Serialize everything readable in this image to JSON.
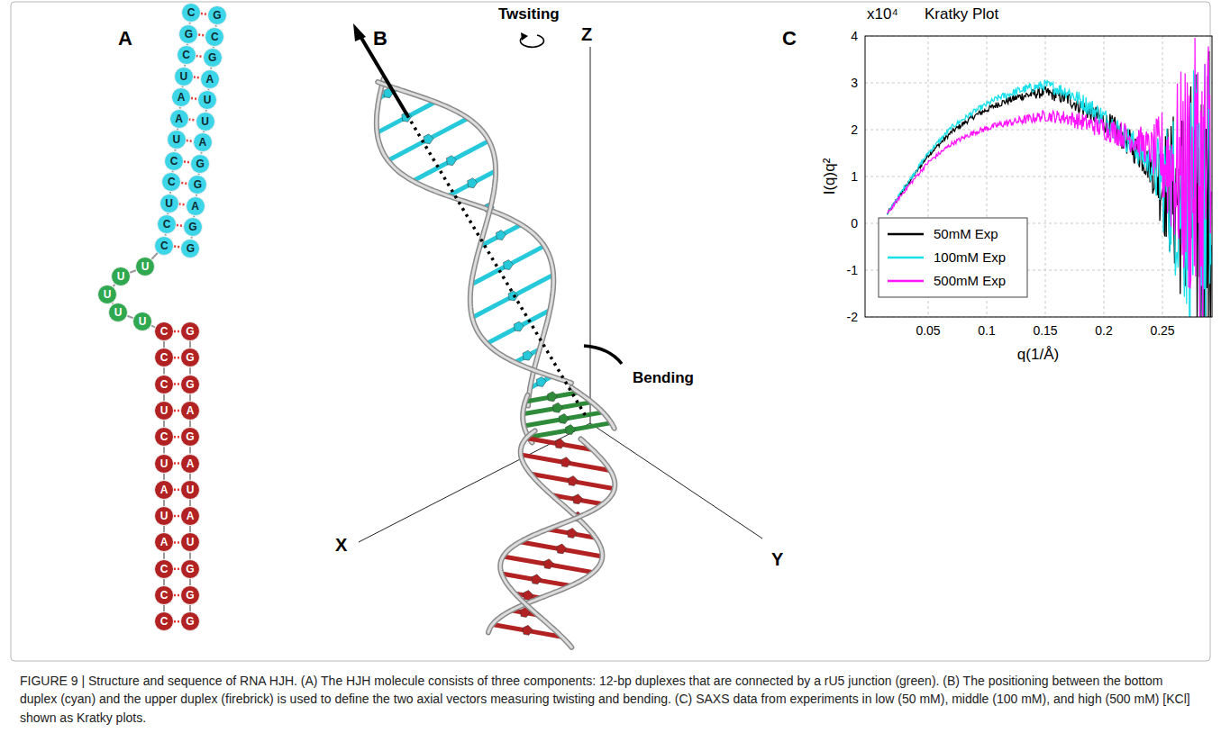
{
  "diagram": {
    "caption": "FIGURE 9 | Structure and sequence of RNA HJH. (A) The HJH molecule consists of three components: 12-bp duplexes that are connected by a rU5 junction (green). (B) The positioning between the bottom duplex (cyan) and the upper duplex (firebrick) is used to define the two axial vectors measuring twisting and bending. (C) SAXS data from experiments in low (50 mM), middle (100 mM), and high (500 mM) [KCl] shown as Kratky plots.",
    "nodes": [
      {
        "text": [
          "C"
        ]
      },
      {
        "text": [
          "G"
        ]
      },
      {
        "text": [
          "C"
        ]
      },
      {
        "text": [
          "U"
        ]
      },
      {
        "text": [
          "A"
        ]
      },
      {
        "text": [
          "A"
        ]
      },
      {
        "text": [
          "U"
        ]
      },
      {
        "text": [
          "C"
        ]
      },
      {
        "text": [
          "C"
        ]
      },
      {
        "text": [
          "U"
        ]
      },
      {
        "text": [
          "C"
        ]
      },
      {
        "text": [
          "C"
        ]
      },
      {
        "text": [
          "G"
        ]
      },
      {
        "text": [
          "C"
        ]
      },
      {
        "text": [
          "G"
        ]
      },
      {
        "text": [
          "A"
        ]
      },
      {
        "text": [
          "U"
        ]
      },
      {
        "text": [
          "U"
        ]
      },
      {
        "text": [
          "A"
        ]
      },
      {
        "text": [
          "G"
        ]
      },
      {
        "text": [
          "G"
        ]
      },
      {
        "text": [
          "A"
        ]
      },
      {
        "text": [
          "G"
        ]
      },
      {
        "text": [
          "G"
        ]
      },
      {
        "text": [
          "U"
        ]
      },
      {
        "text": [
          "U"
        ]
      },
      {
        "text": [
          "U"
        ]
      },
      {
        "text": [
          "U"
        ]
      },
      {
        "text": [
          "U"
        ]
      },
      {
        "text": [
          "C"
        ]
      },
      {
        "text": [
          "C"
        ]
      },
      {
        "text": [
          "C"
        ]
      },
      {
        "text": [
          "U"
        ]
      },
      {
        "text": [
          "C"
        ]
      },
      {
        "text": [
          "U"
        ]
      },
      {
        "text": [
          "A"
        ]
      },
      {
        "text": [
          "U"
        ]
      },
      {
        "text": [
          "A"
        ]
      },
      {
        "text": [
          "C"
        ]
      },
      {
        "text": [
          "C"
        ]
      },
      {
        "text": [
          "C"
        ]
      },
      {
        "text": [
          "G"
        ]
      },
      {
        "text": [
          "G"
        ]
      },
      {
        "text": [
          "G"
        ]
      },
      {
        "text": [
          "A"
        ]
      },
      {
        "text": [
          "G"
        ]
      },
      {
        "text": [
          "A"
        ]
      },
      {
        "text": [
          "U"
        ]
      },
      {
        "text": [
          "A"
        ]
      },
      {
        "text": [
          "U"
        ]
      },
      {
        "text": [
          "G"
        ]
      },
      {
        "text": [
          "G"
        ]
      },
      {
        "text": [
          "G"
        ]
      }
    ],
    "edges": [
      {
        "from": 0,
        "to": 1,
        "arrow": "none"
      },
      {
        "from": 1,
        "to": 2,
        "arrow": "none"
      },
      {
        "from": 2,
        "to": 3,
        "arrow": "none"
      },
      {
        "from": 3,
        "to": 4,
        "arrow": "none"
      },
      {
        "from": 4,
        "to": 5,
        "arrow": "none"
      },
      {
        "from": 5,
        "to": 6,
        "arrow": "none"
      },
      {
        "from": 6,
        "to": 7,
        "arrow": "none"
      },
      {
        "from": 7,
        "to": 8,
        "arrow": "none"
      },
      {
        "from": 8,
        "to": 9,
        "arrow": "none"
      },
      {
        "from": 9,
        "to": 10,
        "arrow": "none"
      },
      {
        "from": 10,
        "to": 11,
        "arrow": "none"
      },
      {
        "from": 11,
        "to": 24,
        "arrow": "none"
      },
      {
        "from": 24,
        "to": 25,
        "arrow": "none"
      },
      {
        "from": 25,
        "to": 26,
        "arrow": "none"
      },
      {
        "from": 26,
        "to": 27,
        "arrow": "none"
      },
      {
        "from": 27,
        "to": 28,
        "arrow": "none"
      },
      {
        "from": 28,
        "to": 29,
        "arrow": "none"
      },
      {
        "from": 29,
        "to": 30,
        "arrow": "none"
      },
      {
        "from": 30,
        "to": 31,
        "arrow": "none"
      },
      {
        "from": 31,
        "to": 32,
        "arrow": "none"
      },
      {
        "from": 32,
        "to": 33,
        "arrow": "none"
      },
      {
        "from": 33,
        "to": 34,
        "arrow": "none"
      },
      {
        "from": 34,
        "to": 35,
        "arrow": "none"
      },
      {
        "from": 35,
        "to": 36,
        "arrow": "none"
      },
      {
        "from": 36,
        "to": 37,
        "arrow": "none"
      },
      {
        "from": 37,
        "to": 38,
        "arrow": "none"
      },
      {
        "from": 38,
        "to": 39,
        "arrow": "none"
      },
      {
        "from": 39,
        "to": 40,
        "arrow": "none"
      },
      {
        "from": 12,
        "to": 13,
        "arrow": "none"
      },
      {
        "from": 13,
        "to": 14,
        "arrow": "none"
      },
      {
        "from": 14,
        "to": 15,
        "arrow": "none"
      },
      {
        "from": 15,
        "to": 16,
        "arrow": "none"
      },
      {
        "from": 16,
        "to": 17,
        "arrow": "none"
      },
      {
        "from": 17,
        "to": 18,
        "arrow": "none"
      },
      {
        "from": 18,
        "to": 19,
        "arrow": "none"
      },
      {
        "from": 19,
        "to": 20,
        "arrow": "none"
      },
      {
        "from": 20,
        "to": 21,
        "arrow": "none"
      },
      {
        "from": 21,
        "to": 22,
        "arrow": "none"
      },
      {
        "from": 22,
        "to": 23,
        "arrow": "none"
      },
      {
        "from": 41,
        "to": 42,
        "arrow": "none"
      },
      {
        "from": 42,
        "to": 43,
        "arrow": "none"
      },
      {
        "from": 43,
        "to": 44,
        "arrow": "none"
      },
      {
        "from": 44,
        "to": 45,
        "arrow": "none"
      },
      {
        "from": 45,
        "to": 46,
        "arrow": "none"
      },
      {
        "from": 46,
        "to": 47,
        "arrow": "none"
      },
      {
        "from": 47,
        "to": 48,
        "arrow": "none"
      },
      {
        "from": 48,
        "to": 49,
        "arrow": "none"
      },
      {
        "from": 49,
        "to": 50,
        "arrow": "none"
      },
      {
        "from": 50,
        "to": 51,
        "arrow": "none"
      },
      {
        "from": 51,
        "to": 52,
        "arrow": "none"
      },
      {
        "from": 0,
        "to": 12,
        "arrow": "none"
      },
      {
        "from": 1,
        "to": 13,
        "arrow": "none"
      },
      {
        "from": 2,
        "to": 14,
        "arrow": "none"
      },
      {
        "from": 3,
        "to": 15,
        "arrow": "none"
      },
      {
        "from": 4,
        "to": 16,
        "arrow": "none"
      },
      {
        "from": 5,
        "to": 17,
        "arrow": "none"
      },
      {
        "from": 6,
        "to": 18,
        "arrow": "none"
      },
      {
        "from": 7,
        "to": 19,
        "arrow": "none"
      },
      {
        "from": 8,
        "to": 20,
        "arrow": "none"
      },
      {
        "from": 9,
        "to": 21,
        "arrow": "none"
      },
      {
        "from": 10,
        "to": 22,
        "arrow": "none"
      },
      {
        "from": 11,
        "to": 23,
        "arrow": "none"
      },
      {
        "from": 29,
        "to": 41,
        "arrow": "none"
      },
      {
        "from": 30,
        "to": 42,
        "arrow": "none"
      },
      {
        "from": 31,
        "to": 43,
        "arrow": "none"
      },
      {
        "from": 32,
        "to": 44,
        "arrow": "none"
      },
      {
        "from": 33,
        "to": 45,
        "arrow": "none"
      },
      {
        "from": 34,
        "to": 46,
        "arrow": "none"
      },
      {
        "from": 35,
        "to": 47,
        "arrow": "none"
      },
      {
        "from": 36,
        "to": 48,
        "arrow": "none"
      },
      {
        "from": 37,
        "to": 49,
        "arrow": "none"
      },
      {
        "from": 38,
        "to": 50,
        "arrow": "none"
      },
      {
        "from": 39,
        "to": 51,
        "arrow": "none"
      },
      {
        "from": 40,
        "to": 52,
        "arrow": "none"
      }
    ],
    "labels": [
      "A",
      "B",
      "Twsiting",
      "Bending",
      "Z",
      "X",
      "Y",
      "C",
      "x10⁴",
      "Kratky Plot",
      "4",
      "3",
      "2",
      "1",
      "0",
      "-1",
      "-2",
      "0.05",
      "0.1",
      "0.15",
      "0.2",
      "0.25",
      "I(q)q²",
      "q(1/Å)"
    ],
    "legend": [
      {
        "text": "50mM Exp"
      },
      {
        "text": "100mM Exp"
      },
      {
        "text": "500mM Exp"
      }
    ]
  }
}
